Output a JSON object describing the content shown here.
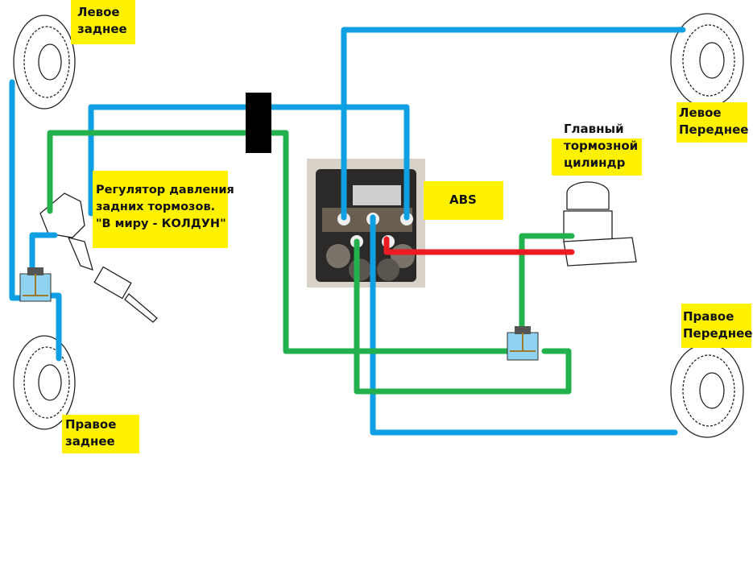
{
  "labels": {
    "rear_left": [
      "Левое",
      "заднее"
    ],
    "rear_right": [
      "Правое",
      "заднее"
    ],
    "front_left": [
      "Левое",
      "Переднее"
    ],
    "front_right": [
      "Правое",
      "Переднее"
    ],
    "regulator": [
      "Регулятор давления",
      "задних тормозов.",
      " \"В миру - КОЛДУН\""
    ],
    "abs": "ABS",
    "master_cylinder": [
      "Главный",
      "тормозной",
      "цилиндр"
    ]
  },
  "colors": {
    "line_blue": "#0fa0e4",
    "line_green": "#22b14c",
    "line_red": "#ed1c24",
    "label_bg": "#fff200",
    "connector": "#000000"
  }
}
